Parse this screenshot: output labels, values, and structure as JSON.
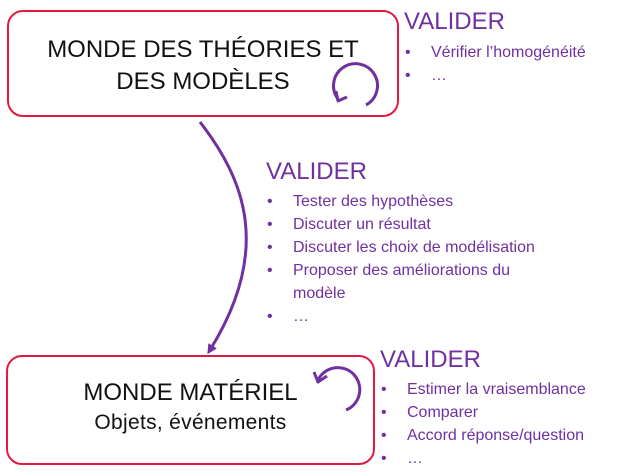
{
  "theories_box": {
    "title_line1": "MONDE DES THÉORIES ET",
    "title_line2": "DES MODÈLES"
  },
  "materiel_box": {
    "title": "MONDE MATÉRIEL",
    "subtitle": "Objets, événements"
  },
  "valider_top": {
    "heading": "VALIDER",
    "items": [
      "Vérifier l’homogénéité",
      "…"
    ]
  },
  "valider_middle": {
    "heading": "VALIDER",
    "items": [
      "Tester des hypothèses",
      "Discuter un résultat",
      "Discuter les choix de modélisation",
      "Proposer des améliorations du modèle",
      "…"
    ]
  },
  "valider_bottom": {
    "heading": "VALIDER",
    "items": [
      "Estimer la vraisemblance",
      "Comparer",
      "Accord réponse/question",
      "…"
    ]
  },
  "bullet": "•",
  "colors": {
    "box_border": "#e3193f",
    "accent": "#7030a0",
    "text": "#111111"
  },
  "icons": [
    "cycle-arrow-icon",
    "curved-arrow-icon"
  ]
}
